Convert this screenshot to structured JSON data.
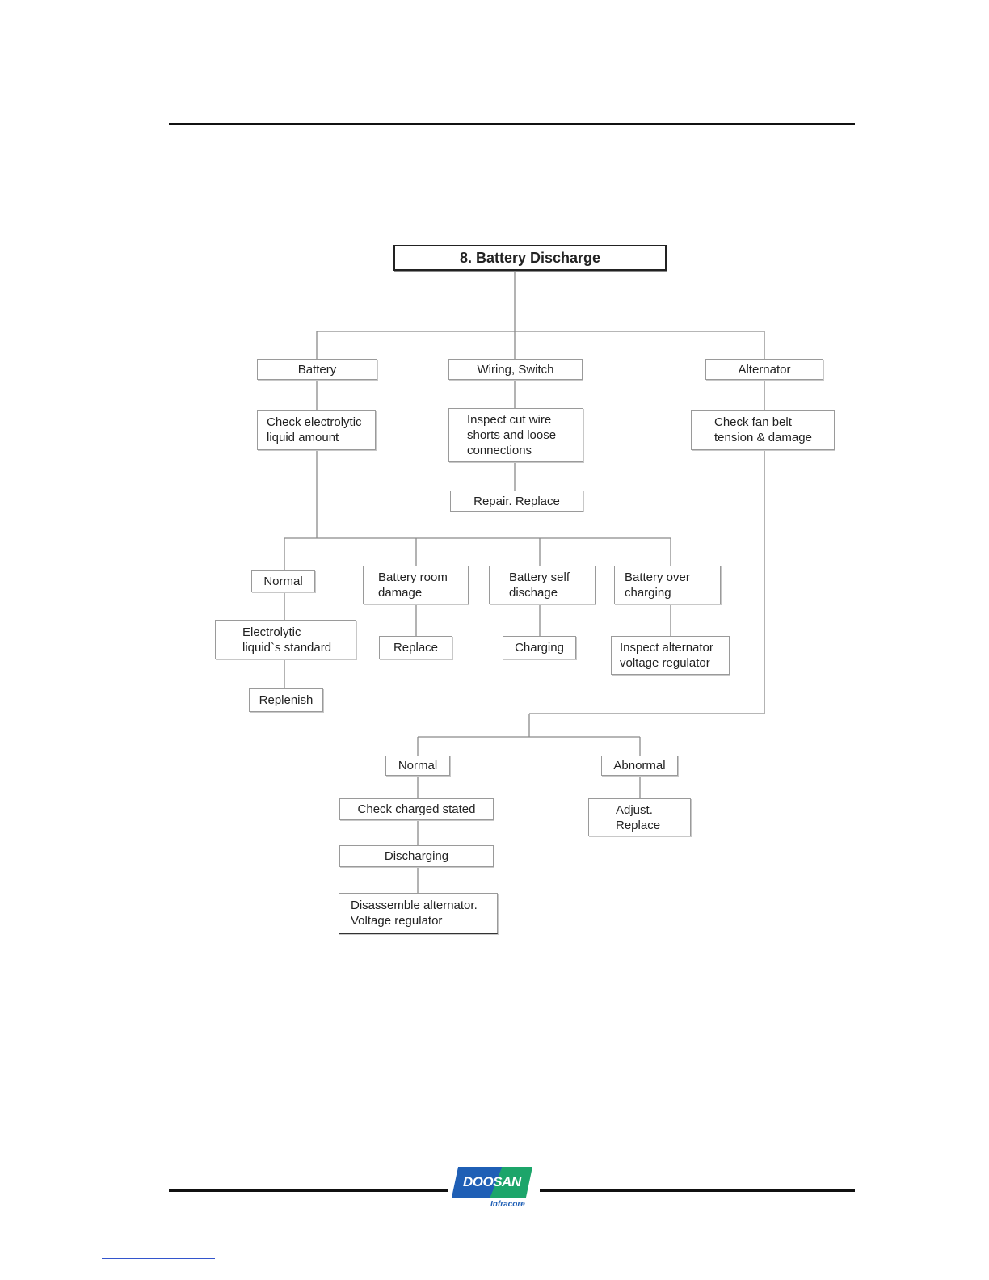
{
  "title": "8. Battery Discharge",
  "nodes": {
    "battery": "Battery",
    "wiring_switch": "Wiring, Switch",
    "alternator": "Alternator",
    "check_electrolytic": "Check electrolytic\nliquid amount",
    "inspect_wire": "Inspect cut wire\nshorts and loose\nconnections",
    "check_fan_belt": "Check fan belt\ntension & damage",
    "repair_replace": "Repair. Replace",
    "normal_1": "Normal",
    "battery_room_damage": "Battery room\ndamage",
    "battery_self_discharge": "Battery self\ndischage",
    "battery_over_charging": "Battery over\ncharging",
    "electrolytic_standard": "Electrolytic\nliquid`s standard",
    "replace": "Replace",
    "charging": "Charging",
    "inspect_alternator": "Inspect alternator\nvoltage regulator",
    "replenish": "Replenish",
    "normal_2": "Normal",
    "abnormal": "Abnormal",
    "check_charged": "Check charged stated",
    "adjust_replace": "Adjust.\nReplace",
    "discharging": "Discharging",
    "disassemble": "Disassemble alternator.\nVoltage regulator"
  },
  "logo": {
    "brand": "DOOSAN",
    "sub": "Infracore"
  },
  "colors": {
    "brand_blue": "#1f5fb5",
    "brand_green": "#1ca56a"
  }
}
